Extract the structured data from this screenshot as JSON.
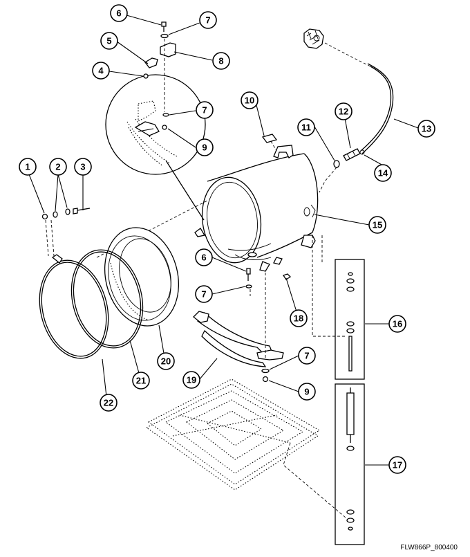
{
  "figure_code": "FLW866P_800400",
  "callouts": [
    {
      "id": "c6a",
      "label": "6"
    },
    {
      "id": "c7a",
      "label": "7"
    },
    {
      "id": "c5",
      "label": "5"
    },
    {
      "id": "c8",
      "label": "8"
    },
    {
      "id": "c4",
      "label": "4"
    },
    {
      "id": "c7b",
      "label": "7"
    },
    {
      "id": "c9a",
      "label": "9"
    },
    {
      "id": "c10",
      "label": "10"
    },
    {
      "id": "c12",
      "label": "12"
    },
    {
      "id": "c11",
      "label": "11"
    },
    {
      "id": "c13",
      "label": "13"
    },
    {
      "id": "c14",
      "label": "14"
    },
    {
      "id": "c1",
      "label": "1"
    },
    {
      "id": "c2",
      "label": "2"
    },
    {
      "id": "c3",
      "label": "3"
    },
    {
      "id": "c15",
      "label": "15"
    },
    {
      "id": "c6b",
      "label": "6"
    },
    {
      "id": "c7c",
      "label": "7"
    },
    {
      "id": "c18",
      "label": "18"
    },
    {
      "id": "c16",
      "label": "16"
    },
    {
      "id": "c20",
      "label": "20"
    },
    {
      "id": "c21",
      "label": "21"
    },
    {
      "id": "c22",
      "label": "22"
    },
    {
      "id": "c19",
      "label": "19"
    },
    {
      "id": "c7d",
      "label": "7"
    },
    {
      "id": "c9b",
      "label": "9"
    },
    {
      "id": "c17",
      "label": "17"
    }
  ]
}
